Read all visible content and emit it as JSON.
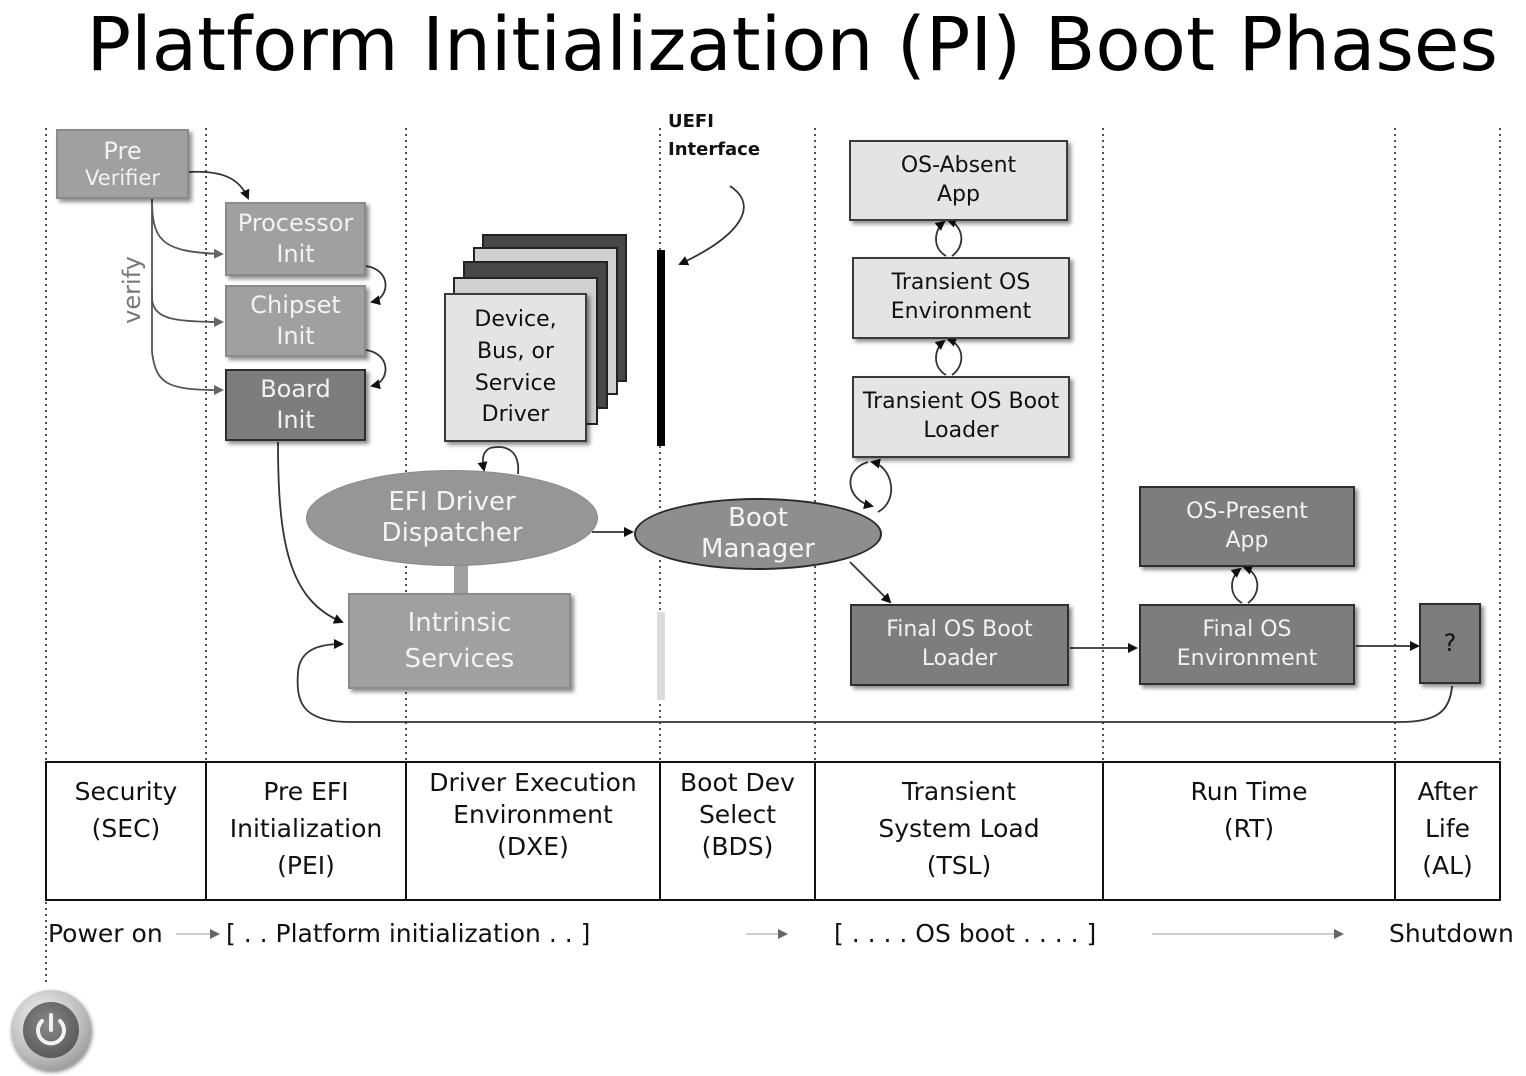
{
  "title": "Platform Initialization (PI) Boot Phases",
  "uefi_interface": {
    "line1": "UEFI",
    "line2": "Interface"
  },
  "verify_label": "verify",
  "boxes": {
    "pre_verifier": [
      "Pre",
      "Verifier"
    ],
    "processor_init": [
      "Processor",
      "Init"
    ],
    "chipset_init": [
      "Chipset",
      "Init"
    ],
    "board_init": [
      "Board",
      "Init"
    ],
    "device_driver": [
      "Device,",
      "Bus, or",
      "Service",
      "Driver"
    ],
    "efi_dispatcher": [
      "EFI Driver",
      "Dispatcher"
    ],
    "intrinsic_services": [
      "Intrinsic",
      "Services"
    ],
    "boot_manager": [
      "Boot",
      "Manager"
    ],
    "os_absent_app": [
      "OS-Absent",
      "App"
    ],
    "transient_os_env": [
      "Transient OS",
      "Environment"
    ],
    "transient_os_boot_loader": [
      "Transient OS Boot",
      "Loader"
    ],
    "os_present_app": [
      "OS-Present",
      "App"
    ],
    "final_os_boot_loader": [
      "Final OS Boot",
      "Loader"
    ],
    "final_os_env": [
      "Final OS",
      "Environment"
    ],
    "after_life_box": "?"
  },
  "phases": [
    [
      "Security",
      "(SEC)"
    ],
    [
      "Pre EFI",
      "Initialization",
      "(PEI)"
    ],
    [
      "Driver Execution",
      "Environment",
      "(DXE)"
    ],
    [
      "Boot Dev",
      "Select",
      "(BDS)"
    ],
    [
      "Transient",
      "System Load",
      "(TSL)"
    ],
    [
      "Run Time",
      "(RT)"
    ],
    [
      "After",
      "Life",
      "(AL)"
    ]
  ],
  "timeline": {
    "power_on": "Power on",
    "platform_init": "[ . . Platform initialization  . . ]",
    "os_boot": "[ . . . . OS boot . . . . ]",
    "shutdown": "Shutdown"
  },
  "icons": {
    "power": "power-icon"
  },
  "colors": {
    "light_box": "#e4e4e4",
    "mid_box": "#a0a0a0",
    "dark_box": "#7d7d7d",
    "uefi_bar": "#000000"
  }
}
